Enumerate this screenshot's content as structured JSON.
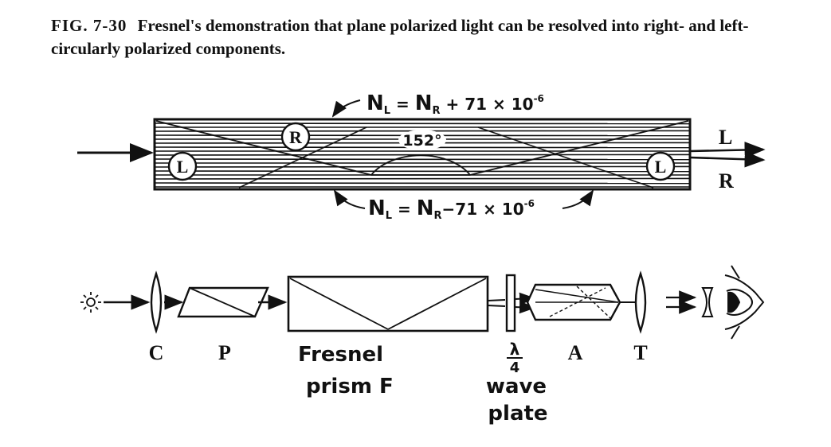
{
  "caption": {
    "figure_number": "FIG. 7-30",
    "text": "Fresnel's demonstration that plane polarized light can be resolved into right- and left-circularly polarized components."
  },
  "top_diagram": {
    "equation_top": "N_L = N_R + 71 × 10^-6",
    "equation_top_parts": {
      "lhs": "N",
      "lhs_sub": "L",
      "eq": " = ",
      "rhs": "N",
      "rhs_sub": "R",
      "op": " + 71 × 10",
      "exp": "-6"
    },
    "equation_bottom_parts": {
      "lhs": "N",
      "lhs_sub": "L",
      "eq": " = ",
      "rhs": "N",
      "rhs_sub": "R",
      "op": "−71 × 10",
      "exp": "-6"
    },
    "angle_label": "152°",
    "circle_left": "L",
    "circle_middle": "R",
    "circle_right": "L",
    "output_top": "L",
    "output_bottom": "R"
  },
  "bottom_diagram": {
    "label_c": "C",
    "label_p": "P",
    "label_fresnel_line1": "Fresnel",
    "label_fresnel_line2": "prism F",
    "label_lambda": "λ",
    "label_four": "4",
    "label_wave": "wave",
    "label_plate": "plate",
    "label_a": "A",
    "label_t": "T"
  }
}
